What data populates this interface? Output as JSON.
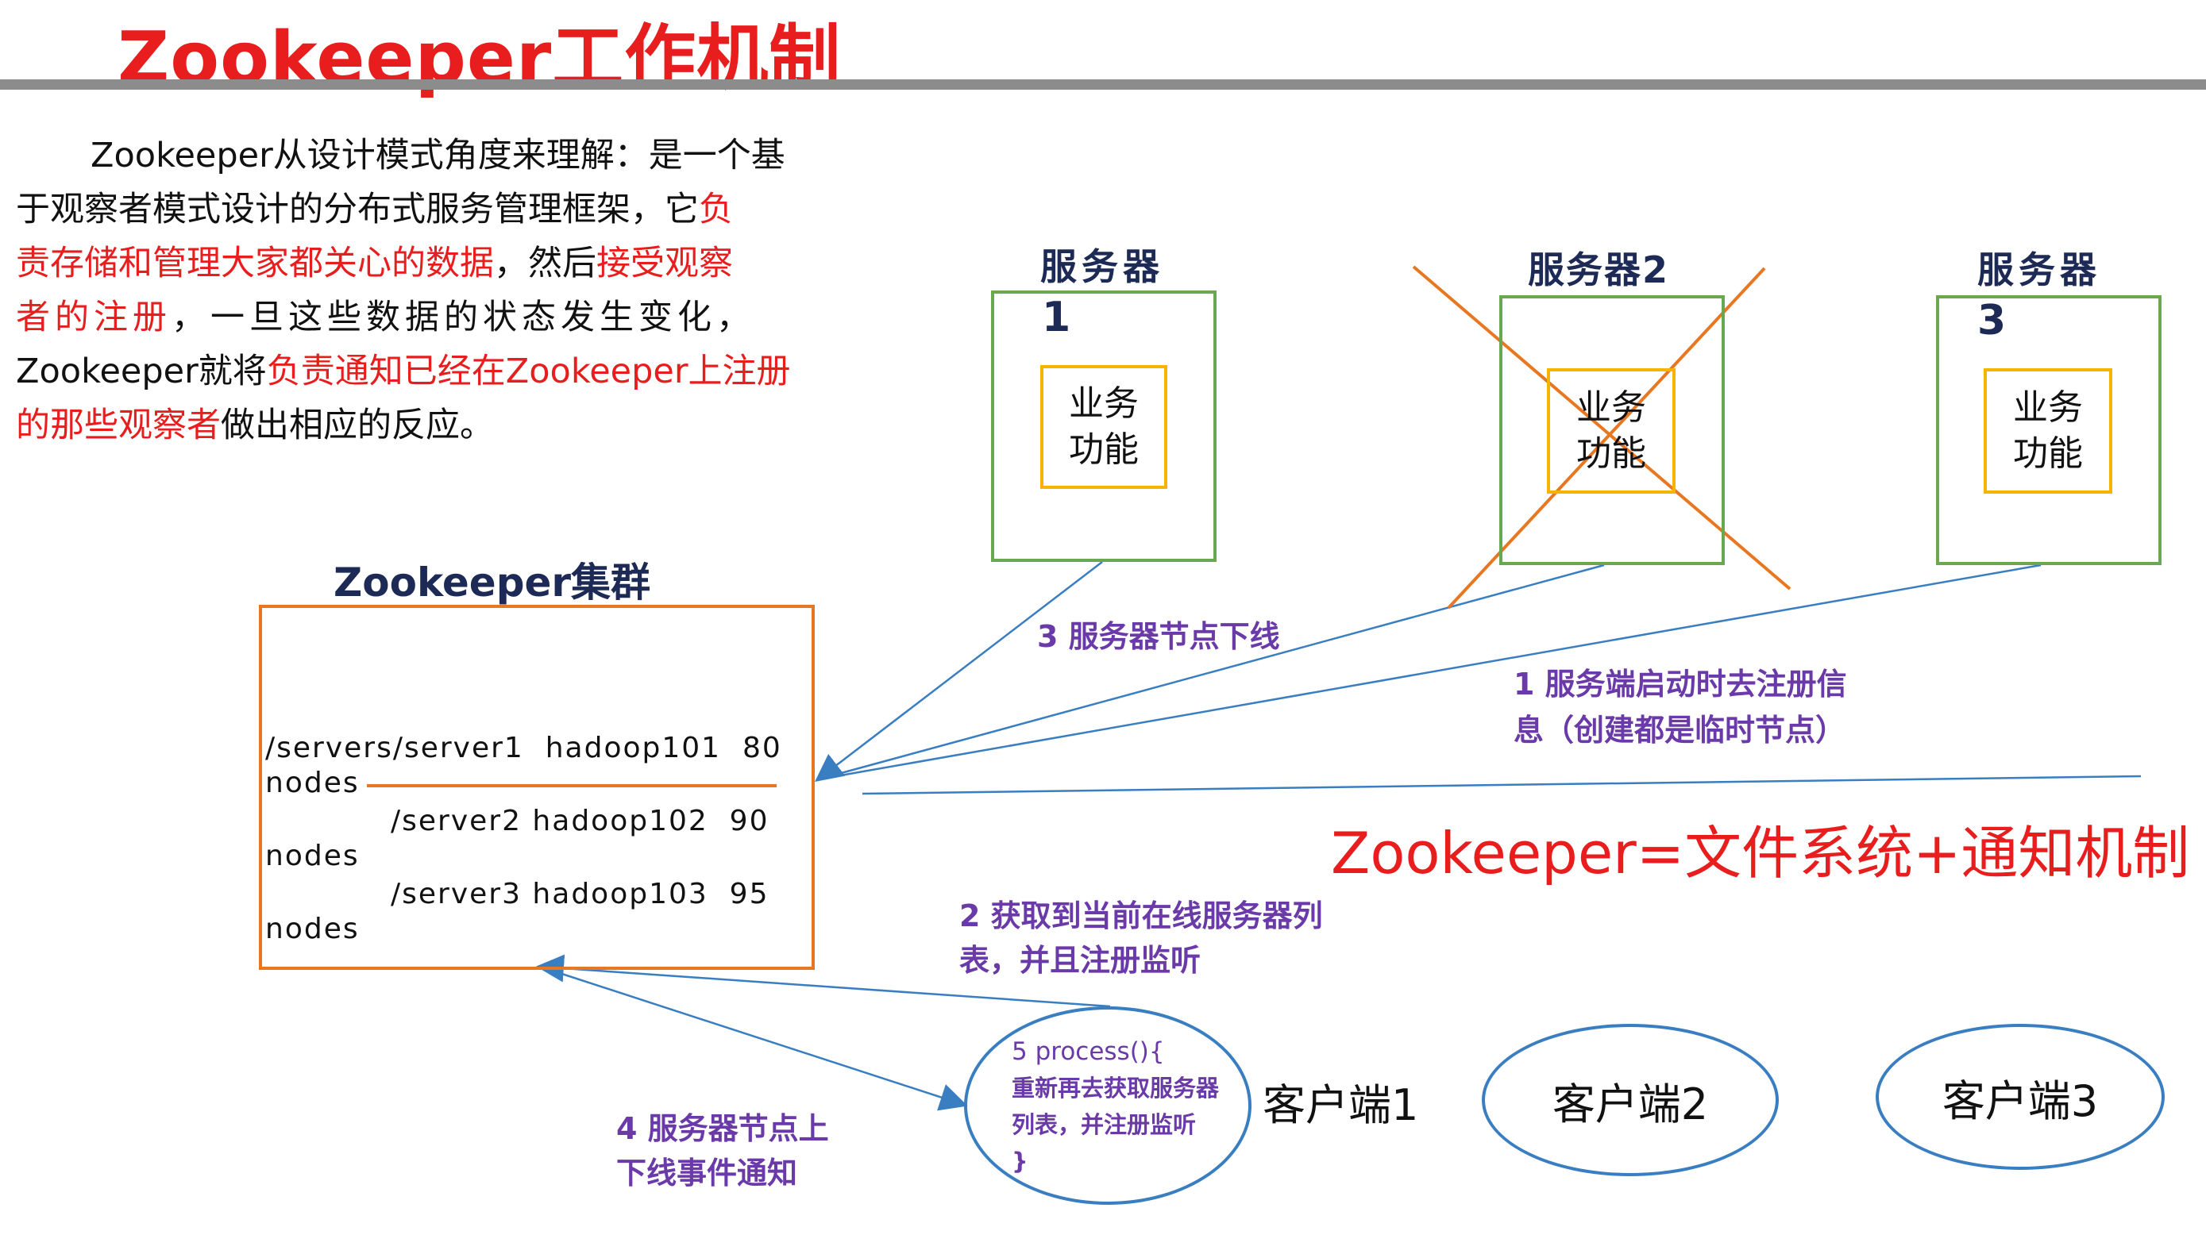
{
  "title": "Zookeeper工作机制",
  "intro": {
    "line1": "Zookeeper从设计模式角度来理解：是一个基",
    "line2_a": "于观察者模式设计的分布式服务管理框架，它",
    "line2_b": "负",
    "line3_a": "责存储和管理大家都关心的数据",
    "line3_b": "，然后",
    "line3_c": "接受观察",
    "line4_a": "者的注册",
    "line4_b": "，一旦这些数据的状态发生变化，",
    "line5_a": "Zookeeper就将",
    "line5_b": "负责通知已经在Zookeeper上注册",
    "line6_a": "的那些观察者",
    "line6_b": "做出相应的反应。"
  },
  "servers": [
    {
      "label": "服务器",
      "num": "1",
      "func": "业务\n功能"
    },
    {
      "label": "服务器2",
      "func": "业务\n功能"
    },
    {
      "label": "服务器",
      "num": "3",
      "func": "业务\n功能"
    }
  ],
  "cluster": {
    "title": "Zookeeper集群",
    "row1": "/servers/server1  hadoop101  80",
    "nodes1": "nodes",
    "row2": "/server2 hadoop102  90",
    "nodes2": "nodes",
    "row3": "/server3 hadoop103  95",
    "nodes3": "nodes"
  },
  "steps": {
    "step3": "3 服务器节点下线",
    "step1_a": "1 服务端启动时去注册信",
    "step1_b": "息（创建都是临时节点）",
    "step2_a": "2 获取到当前在线服务器列",
    "step2_b": "表，并且注册监听",
    "step4_a": "4 服务器节点上",
    "step4_b": "下线事件通知",
    "step5_a": "5 process(){",
    "step5_b": "重新再去获取服务器",
    "step5_c": "列表，并注册监听",
    "step5_d": "}"
  },
  "formula": "Zookeeper=文件系统+通知机制",
  "clients": [
    "客户端1",
    "客户端2",
    "客户端3"
  ],
  "colors": {
    "title_red": "#e81e1e",
    "server_box_green": "#6aa84f",
    "func_box_yellow": "#f4b400",
    "cluster_orange": "#e87722",
    "arrow_blue": "#3a7ec2",
    "step_purple": "#6a3aa8",
    "cross_orange": "#e87722"
  }
}
